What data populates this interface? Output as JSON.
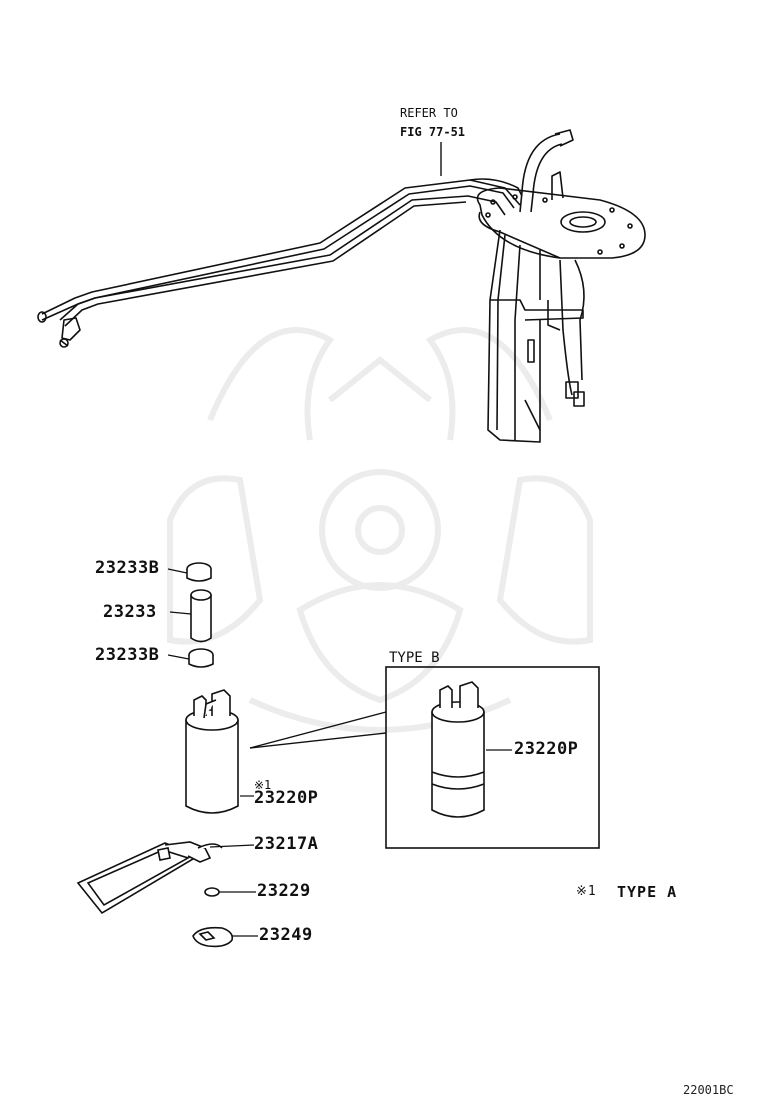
{
  "refer": {
    "line1": "REFER TO",
    "line2": "FIG 77-51"
  },
  "parts": {
    "p23233b_top": "23233B",
    "p23233": "23233",
    "p23233b_bottom": "23233B",
    "p23220p_left": "23220P",
    "p23220p_left_mark": "※1",
    "p23217a": "23217A",
    "p23229": "23229",
    "p23249": "23249",
    "p23220p_right": "23220P"
  },
  "type_b_box": {
    "title": "TYPE B"
  },
  "footnote": {
    "mark": "※1",
    "text": "TYPE A"
  },
  "figure_code": "22001BC"
}
